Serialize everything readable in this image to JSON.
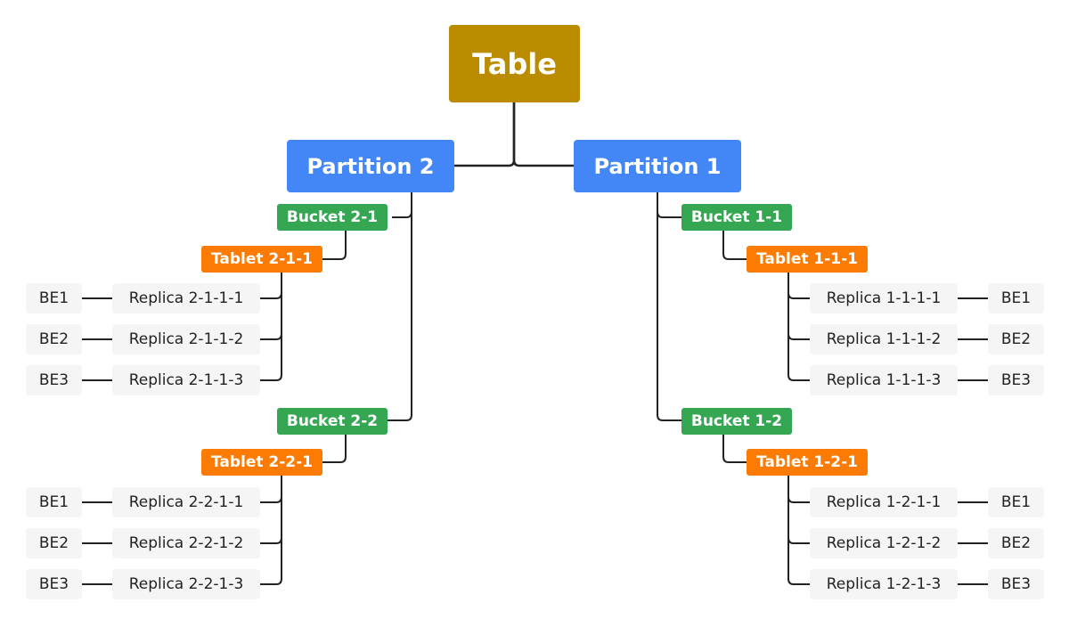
{
  "root": {
    "label": "Table"
  },
  "partitions": [
    {
      "label": "Partition 2",
      "buckets": [
        {
          "label": "Bucket 2-1",
          "tablet": {
            "label": "Tablet 2-1-1",
            "replicas": [
              {
                "label": "Replica 2-1-1-1",
                "be": "BE1"
              },
              {
                "label": "Replica 2-1-1-2",
                "be": "BE2"
              },
              {
                "label": "Replica 2-1-1-3",
                "be": "BE3"
              }
            ]
          }
        },
        {
          "label": "Bucket 2-2",
          "tablet": {
            "label": "Tablet 2-2-1",
            "replicas": [
              {
                "label": "Replica 2-2-1-1",
                "be": "BE1"
              },
              {
                "label": "Replica 2-2-1-2",
                "be": "BE2"
              },
              {
                "label": "Replica 2-2-1-3",
                "be": "BE3"
              }
            ]
          }
        }
      ]
    },
    {
      "label": "Partition 1",
      "buckets": [
        {
          "label": "Bucket 1-1",
          "tablet": {
            "label": "Tablet 1-1-1",
            "replicas": [
              {
                "label": "Replica 1-1-1-1",
                "be": "BE1"
              },
              {
                "label": "Replica 1-1-1-2",
                "be": "BE2"
              },
              {
                "label": "Replica 1-1-1-3",
                "be": "BE3"
              }
            ]
          }
        },
        {
          "label": "Bucket 1-2",
          "tablet": {
            "label": "Tablet 1-2-1",
            "replicas": [
              {
                "label": "Replica 1-2-1-1",
                "be": "BE1"
              },
              {
                "label": "Replica 1-2-1-2",
                "be": "BE2"
              },
              {
                "label": "Replica 1-2-1-3",
                "be": "BE3"
              }
            ]
          }
        }
      ]
    }
  ],
  "colors": {
    "root": "#bb8c00",
    "partition": "#4287f5",
    "bucket": "#35a753",
    "tablet": "#fb7b05",
    "leaf": "#f5f5f5",
    "line": "#222222"
  }
}
